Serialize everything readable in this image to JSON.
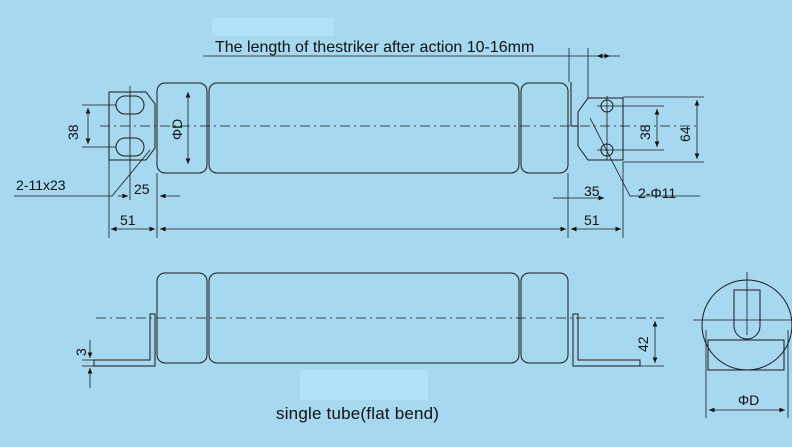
{
  "diagram": {
    "title_note": "The length of thestriker after action 10-16mm",
    "caption": "single tube(flat bend)",
    "labels": {
      "phi_d_top": "ΦD",
      "phi_d_side": "ΦD",
      "slot_spec": "2-11x23",
      "hole_spec": "2-Φ11",
      "d38_left": "38",
      "d38_right": "38",
      "d64": "64",
      "d25": "25",
      "d35": "35",
      "d51_left": "51",
      "d51_right": "51",
      "d42": "42",
      "d3": "3"
    }
  },
  "colors": {
    "background": "#a6d8ef",
    "line": "#1a1a1a"
  }
}
